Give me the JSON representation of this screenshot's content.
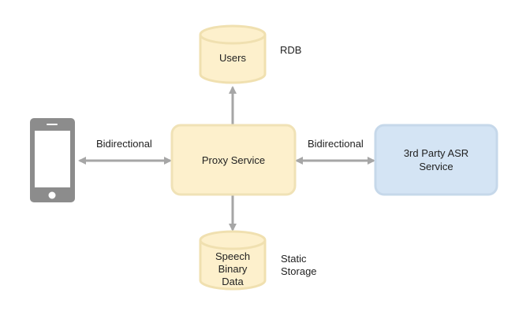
{
  "nodes": {
    "users_db": {
      "label": "Users",
      "annotation": "RDB"
    },
    "proxy": {
      "label": "Proxy Service"
    },
    "asr": {
      "label_line1": "3rd Party ASR",
      "label_line2": "Service"
    },
    "storage": {
      "label_line1": "Speech",
      "label_line2": "Binary",
      "label_line3": "Data",
      "annotation_line1": "Static",
      "annotation_line2": "Storage"
    },
    "phone": {
      "icon": "smartphone-icon"
    }
  },
  "edges": {
    "phone_proxy": {
      "label": "Bidirectional"
    },
    "proxy_asr": {
      "label": "Bidirectional"
    }
  },
  "colors": {
    "proxy_fill": "#fdf0cc",
    "proxy_stroke": "#f0e2b6",
    "asr_fill": "#d4e4f4",
    "asr_stroke": "#c6d8ea",
    "cylinder_fill": "#fdf0cc",
    "cylinder_stroke": "#f0e0b0",
    "arrow": "#a6a6a6",
    "phone_body": "#8c8c8c",
    "phone_screen": "#ffffff"
  }
}
